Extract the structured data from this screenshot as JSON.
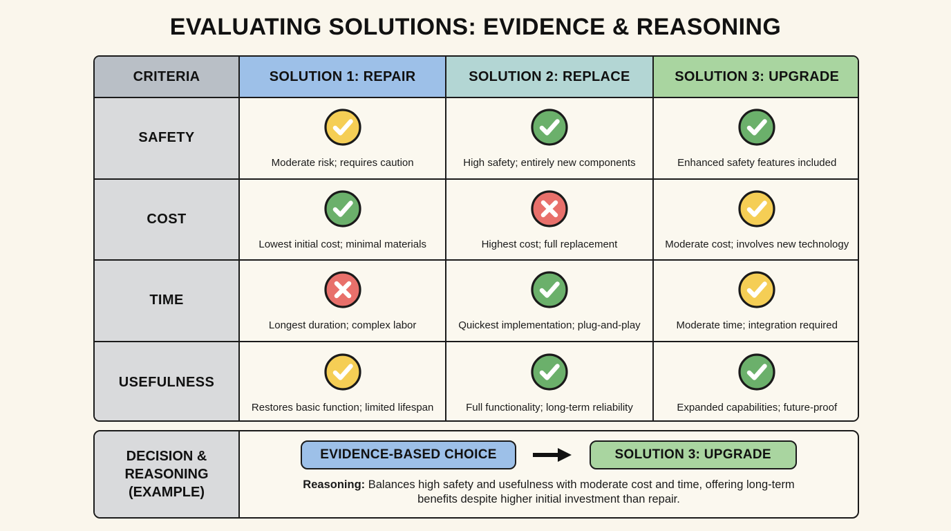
{
  "title": "EVALUATING SOLUTIONS: EVIDENCE & REASONING",
  "colors": {
    "background": "#faf6ec",
    "cell_background": "#fbf8ef",
    "criteria_header": "#b9bfc6",
    "criteria_cell": "#d9dadc",
    "solution1_header": "#9dc0e8",
    "solution2_header": "#b3d6d4",
    "solution3_header": "#a9d5a0",
    "icon_good": "#6bb06b",
    "icon_caution": "#f5ce55",
    "icon_bad": "#e8706b",
    "outline": "#1a1a1a"
  },
  "table": {
    "headers": [
      {
        "label": "CRITERIA",
        "key": "criteria"
      },
      {
        "label": "SOLUTION 1: REPAIR",
        "key": "solution1"
      },
      {
        "label": "SOLUTION 2: REPLACE",
        "key": "solution2"
      },
      {
        "label": "SOLUTION 3: UPGRADE",
        "key": "solution3"
      }
    ],
    "rows": [
      {
        "criteria": "SAFETY",
        "cells": [
          {
            "icon": "check-circle-caution-icon",
            "status": "caution",
            "note": "Moderate risk; requires caution"
          },
          {
            "icon": "check-circle-good-icon",
            "status": "good",
            "note": "High safety; entirely new components"
          },
          {
            "icon": "check-circle-good-icon",
            "status": "good",
            "note": "Enhanced safety features included"
          }
        ]
      },
      {
        "criteria": "COST",
        "cells": [
          {
            "icon": "check-circle-good-icon",
            "status": "good",
            "note": "Lowest initial cost; minimal materials"
          },
          {
            "icon": "x-circle-bad-icon",
            "status": "bad",
            "note": "Highest cost; full replacement"
          },
          {
            "icon": "check-circle-caution-icon",
            "status": "caution",
            "note": "Moderate cost; involves new technology"
          }
        ]
      },
      {
        "criteria": "TIME",
        "cells": [
          {
            "icon": "x-circle-bad-icon",
            "status": "bad",
            "note": "Longest duration; complex labor"
          },
          {
            "icon": "check-circle-good-icon",
            "status": "good",
            "note": "Quickest implementation; plug-and-play"
          },
          {
            "icon": "check-circle-caution-icon",
            "status": "caution",
            "note": "Moderate time; integration required"
          }
        ]
      },
      {
        "criteria": "USEFULNESS",
        "cells": [
          {
            "icon": "check-circle-caution-icon",
            "status": "caution",
            "note": "Restores basic function; limited lifespan"
          },
          {
            "icon": "check-circle-good-icon",
            "status": "good",
            "note": "Full functionality; long-term reliability"
          },
          {
            "icon": "check-circle-good-icon",
            "status": "good",
            "note": "Expanded capabilities; future-proof"
          }
        ]
      }
    ]
  },
  "decision": {
    "label_lines": [
      "DECISION &",
      "REASONING",
      "(EXAMPLE)"
    ],
    "choice_badge": "EVIDENCE-BASED CHOICE",
    "arrow_icon": "right-arrow-icon",
    "result_badge": "SOLUTION 3: UPGRADE",
    "reasoning_label": "Reasoning:",
    "reasoning_text": " Balances high safety and usefulness with moderate cost and time, offering long-term benefits despite higher initial investment than repair."
  }
}
